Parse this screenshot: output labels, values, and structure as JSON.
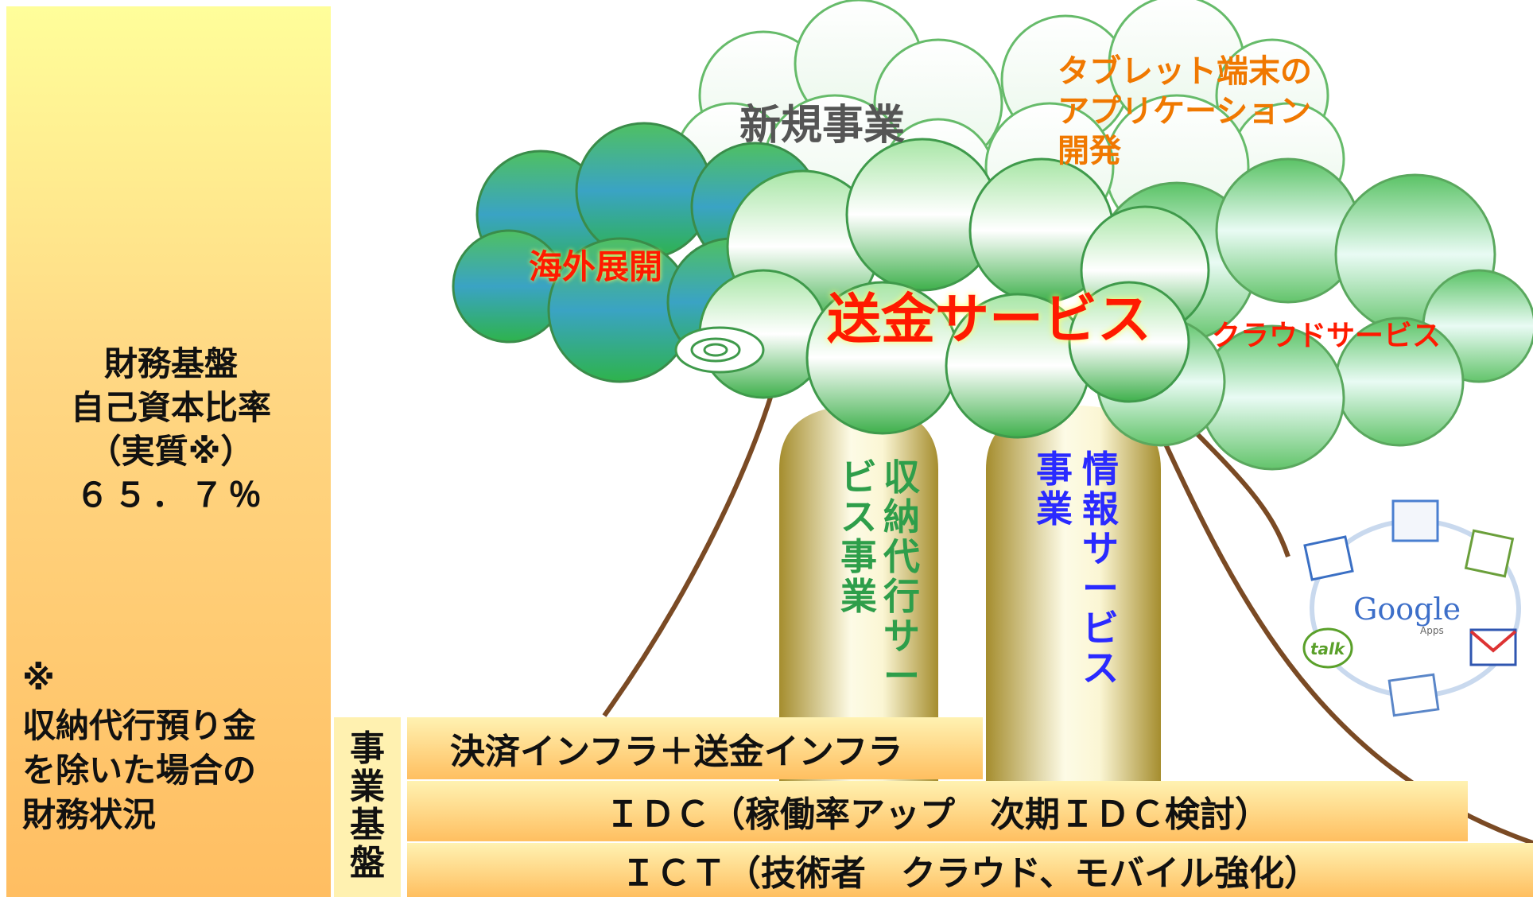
{
  "financial": {
    "line1": "財務基盤",
    "line2": "自己資本比率",
    "line3": "（実質※）",
    "value": "６５．７％",
    "note_mark": "※",
    "note_line1": "収納代行預り金",
    "note_line2": "を除いた場合の",
    "note_line3": "財務状況"
  },
  "foundation": {
    "label_chars": [
      "事",
      "業",
      "基",
      "盤"
    ],
    "bar1": "決済インフラ＋送金インフラ",
    "bar2": "ＩＤＣ（稼働率アップ　次期ＩＤＣ検討）",
    "bar3": "ＩＣＴ（技術者　クラウド、モバイル強化）"
  },
  "trunks": {
    "collection": {
      "col1": [
        "収",
        "納",
        "代",
        "行",
        "サ",
        "ー"
      ],
      "col2": [
        "ビ",
        "ス",
        "事",
        "業"
      ]
    },
    "information": {
      "col1": [
        "情",
        "報",
        "サ",
        "ー",
        "ビ",
        "ス"
      ],
      "col2": [
        "事",
        "業"
      ]
    }
  },
  "clouds": {
    "new_business": "新規事業",
    "tablet_line1": "タブレット端末の",
    "tablet_line2": "アプリケーション",
    "tablet_line3": "開発",
    "overseas": "海外展開",
    "remittance": "送金サービス",
    "cloud_service": "クラウドサービス"
  },
  "google_apps": {
    "logo": "Google",
    "sub": "Apps",
    "talk": "talk"
  },
  "colors": {
    "orange_text": "#f07800",
    "red_text": "#ff1a00",
    "green_text": "#2e9e4a",
    "blue_text": "#2a2aff",
    "branch_brown": "#7a4a24",
    "cloud_green": "#58c25e"
  }
}
